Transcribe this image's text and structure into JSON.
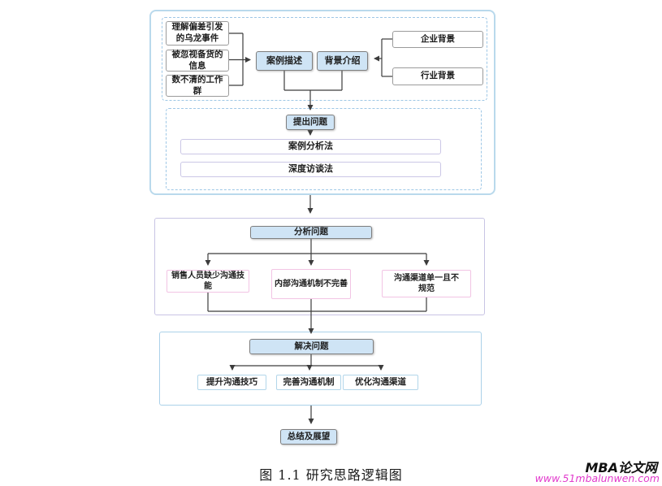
{
  "diagram": {
    "stage1": {
      "sources": [
        "理解偏差引发的乌龙事件",
        "被忽视备货的信息",
        "数不清的工作群"
      ],
      "case_description": "案例描述",
      "background_introduction": "背景介绍",
      "backgrounds": [
        "企业背景",
        "行业背景"
      ],
      "raise_question": "提出问题",
      "methods": [
        "案例分析法",
        "深度访谈法"
      ]
    },
    "stage2": {
      "analyze_question": "分析问题",
      "problems": [
        "销售人员缺少沟通技能",
        "内部沟通机制不完善",
        "沟通渠道单一且不规范"
      ]
    },
    "stage3": {
      "solve_question": "解决问题",
      "solutions": [
        "提升沟通技巧",
        "完善沟通机制",
        "优化沟通渠道"
      ]
    },
    "conclusion": "总结及展望"
  },
  "caption": "图 1.1 研究思路逻辑图",
  "watermark": {
    "name": "MBA论文网",
    "url": "www.51mbalunwen.com"
  },
  "colors": {
    "node_fill_blue": "#cfe4f5",
    "connector_line": "#3c3c3c",
    "stage1_border": "#b9d9ec",
    "stage2_border": "#c8c4e4",
    "stage3_border": "#abd1e9",
    "problem_border_pink": "#f2c4e4",
    "watermark_url": "#e23ccd"
  }
}
